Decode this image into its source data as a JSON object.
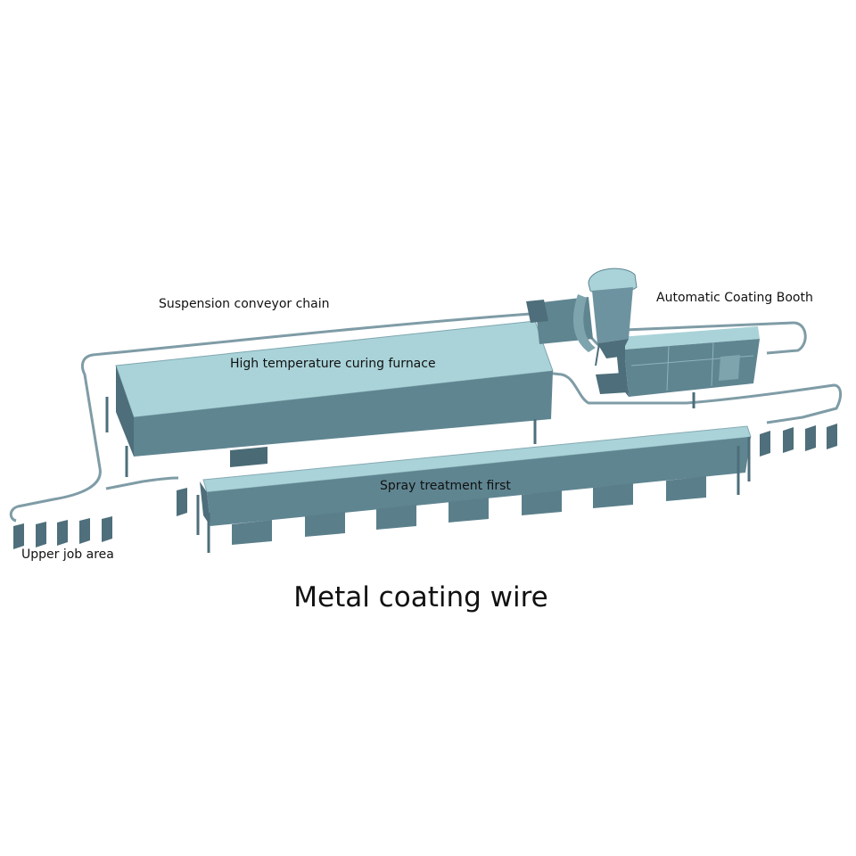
{
  "labels": {
    "conveyor": "Suspension conveyor chain",
    "booth": "Automatic Coating Booth",
    "furnace": "High temperature curing furnace",
    "spray": "Spray treatment first",
    "upper": "Upper job area"
  },
  "title": "Metal coating wire",
  "colors": {
    "top": "#a9d3d8",
    "front": "#5f8591",
    "side": "#4d6e7a",
    "dark": "#3e5c68",
    "chain": "#7f9ca6"
  }
}
